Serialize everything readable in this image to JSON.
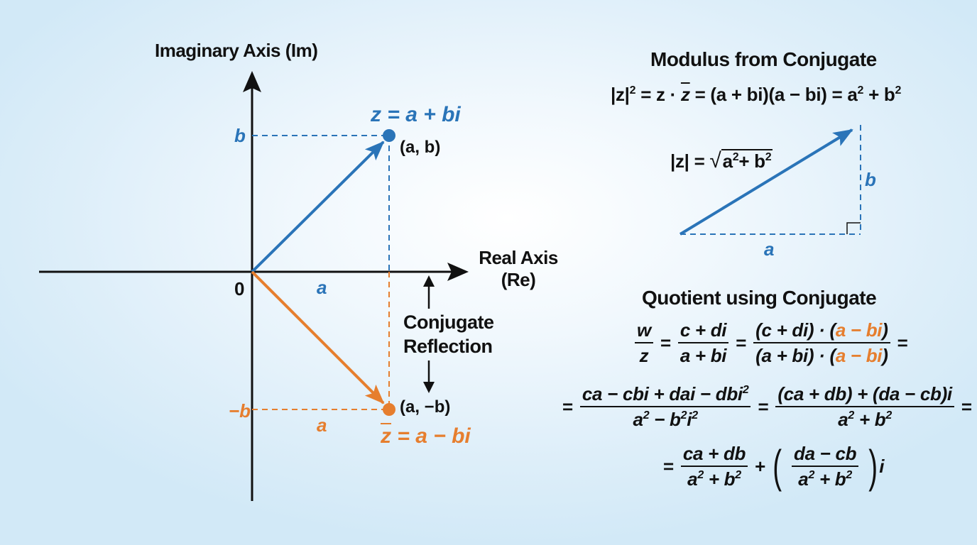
{
  "colors": {
    "blue": "#2a74b8",
    "orange": "#e67e2e",
    "axis": "#111111",
    "background_center": "#ffffff",
    "background_edge": "#d2e9f7"
  },
  "argand": {
    "y_axis_label": "Imaginary Axis (Im)",
    "x_axis_label_line1": "Real Axis",
    "x_axis_label_line2": "(Re)",
    "origin_label": "0",
    "z": {
      "label_lhs": "z",
      "label_rhs": "= a + bi",
      "point_label": "(a, b)",
      "b_tick": "b",
      "a_label": "a"
    },
    "conj": {
      "label_lhs": "z",
      "label_rhs": "= a − bi",
      "point_label": "(a, −b)",
      "b_tick": "−b",
      "a_label": "a"
    },
    "reflection_line1": "Conjugate",
    "reflection_line2": "Reflection"
  },
  "modulus": {
    "title": "Modulus from Conjugate",
    "equation": {
      "p1": "|z|",
      "p1_sup": "2",
      "p2": "= z ·",
      "p2_bar": "z",
      "p3": "= (a + bi)(a − bi) = a",
      "p3_sup": "2",
      "p4": "+ b",
      "p4_sup": "2"
    },
    "triangle": {
      "hyp_label_lhs": "|z| =",
      "hyp_label_root": "a",
      "hyp_root_sup1": "2",
      "hyp_root_mid": "+ b",
      "hyp_root_sup2": "2",
      "side_b": "b",
      "side_a": "a"
    }
  },
  "quotient": {
    "title": "Quotient using Conjugate",
    "line1": {
      "f1_num": "w",
      "f1_den": "z",
      "f2_num": "c + di",
      "f2_den": "a + bi",
      "f3_num_a": "(c + di) · (",
      "f3_num_b": "a − bi",
      "f3_num_c": ")",
      "f3_den_a": "(a + bi) · (",
      "f3_den_b": "a − bi",
      "f3_den_c": ")",
      "eq": "="
    },
    "line2": {
      "f1_num": "ca − cbi + dai − dbi",
      "f1_num_sup": "2",
      "f1_den_a": "a",
      "f1_den_sup1": "2",
      "f1_den_b": " − b",
      "f1_den_sup2": "2",
      "f1_den_c": "i",
      "f1_den_sup3": "2",
      "f2_num": "(ca + db) + (da − cb)i",
      "f2_den_a": "a",
      "f2_den_sup1": "2",
      "f2_den_b": " + b",
      "f2_den_sup2": "2",
      "eq": "="
    },
    "line3": {
      "f1_num": "ca + db",
      "f1_den_a": "a",
      "f1_den_sup1": "2",
      "f1_den_b": " + b",
      "f1_den_sup2": "2",
      "plus": "+",
      "f2_num": "da − cb",
      "f2_den_a": "a",
      "f2_den_sup1": "2",
      "f2_den_b": " + b",
      "f2_den_sup2": "2",
      "lparen": "(",
      "rparen": ")",
      "i": "i",
      "eq": "="
    }
  }
}
